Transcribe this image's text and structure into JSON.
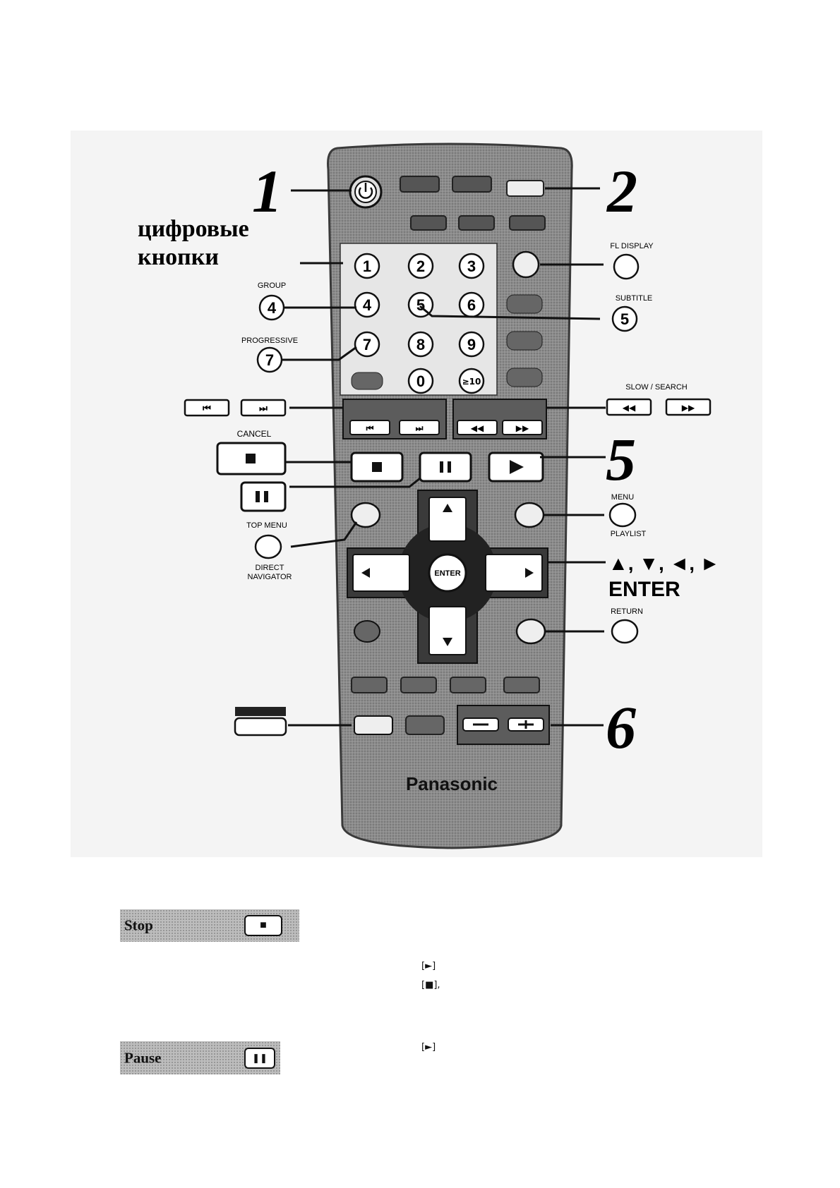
{
  "figure": {
    "callouts": [
      "1",
      "2",
      "5",
      "6"
    ],
    "left_caption": [
      "цифровые",
      "кнопки"
    ],
    "left_labels": {
      "group": "GROUP",
      "progressive": "PROGRESSIVE",
      "cancel": "CANCEL",
      "top_menu": "TOP MENU",
      "direct_navigator": [
        "DIRECT",
        "NAVIGATOR"
      ]
    },
    "right_labels": {
      "fl_display": "FL DISPLAY",
      "subtitle": "SUBTITLE",
      "slow_search": "SLOW / SEARCH",
      "menu": "MENU",
      "playlist": "PLAYLIST",
      "arrows": "▲, ▼, ◄, ►",
      "enter": "ENTER",
      "return": "RETURN"
    },
    "remote": {
      "brand": "Panasonic",
      "enter_key": "ENTER",
      "number_keys": [
        "1",
        "2",
        "3",
        "4",
        "5",
        "6",
        "7",
        "8",
        "9",
        "0"
      ],
      "ten_plus_key": "≥10",
      "top_menu_key": "TOP MENU",
      "cancel_key": "CANCEL"
    },
    "icons": [
      "power-icon",
      "skip-back-icon",
      "skip-forward-icon",
      "rewind-icon",
      "fast-forward-icon",
      "stop-icon",
      "pause-icon",
      "play-icon",
      "arrow-up-icon",
      "arrow-down-icon",
      "arrow-left-icon",
      "arrow-right-icon"
    ]
  },
  "sections": [
    {
      "title": "Stop",
      "button_glyph": "■"
    },
    {
      "title": "Pause",
      "button_glyph": "❚❚"
    }
  ],
  "notes": {
    "play1": "[►]",
    "stop": "[■],",
    "play2": "[►]"
  },
  "colors": {
    "remote_body": "#8f8f8f",
    "keypad_panel": "#e6e6e6",
    "bar_bg": "#bdbdbd"
  }
}
